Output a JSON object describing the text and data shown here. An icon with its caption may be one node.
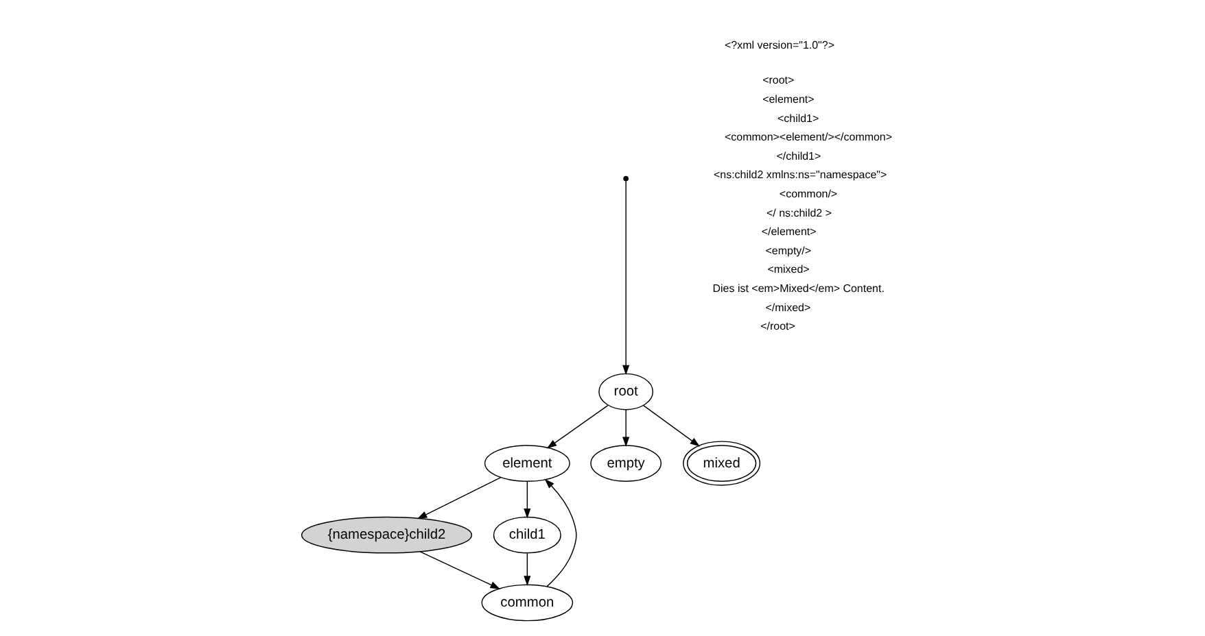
{
  "diagram": {
    "nodes": [
      {
        "text": [],
        "shape": "dot"
      },
      {
        "text": [
          "root"
        ]
      },
      {
        "text": [
          "element"
        ]
      },
      {
        "text": [
          "empty"
        ]
      },
      {
        "text": [
          "mixed"
        ]
      },
      {
        "text": [
          "{namespace}child2"
        ]
      },
      {
        "text": [
          "child1"
        ]
      },
      {
        "text": [
          "common"
        ]
      }
    ],
    "edges": [
      {
        "from": 0,
        "to": 1,
        "arrow": "to"
      },
      {
        "from": 1,
        "to": 2,
        "arrow": "to"
      },
      {
        "from": 1,
        "to": 3,
        "arrow": "to"
      },
      {
        "from": 1,
        "to": 4,
        "arrow": "to"
      },
      {
        "from": 2,
        "to": 5,
        "arrow": "to"
      },
      {
        "from": 2,
        "to": 6,
        "arrow": "to"
      },
      {
        "from": 5,
        "to": 7,
        "arrow": "to"
      },
      {
        "from": 6,
        "to": 7,
        "arrow": "to"
      },
      {
        "from": 7,
        "to": 2,
        "arrow": "to"
      }
    ],
    "labels": [
      "<?xml version=\"1.0\"?>",
      "<root>",
      "<element>",
      "<child1>",
      "<common><element/></common>",
      "</child1>",
      "<ns:child2 xmlns:ns=\"namespace\">",
      "<common/>",
      "</ ns:child2 >",
      "</element>",
      "<empty/>",
      "<mixed>",
      "Dies ist <em>Mixed</em> Content.",
      "</mixed>",
      "</root>"
    ]
  }
}
